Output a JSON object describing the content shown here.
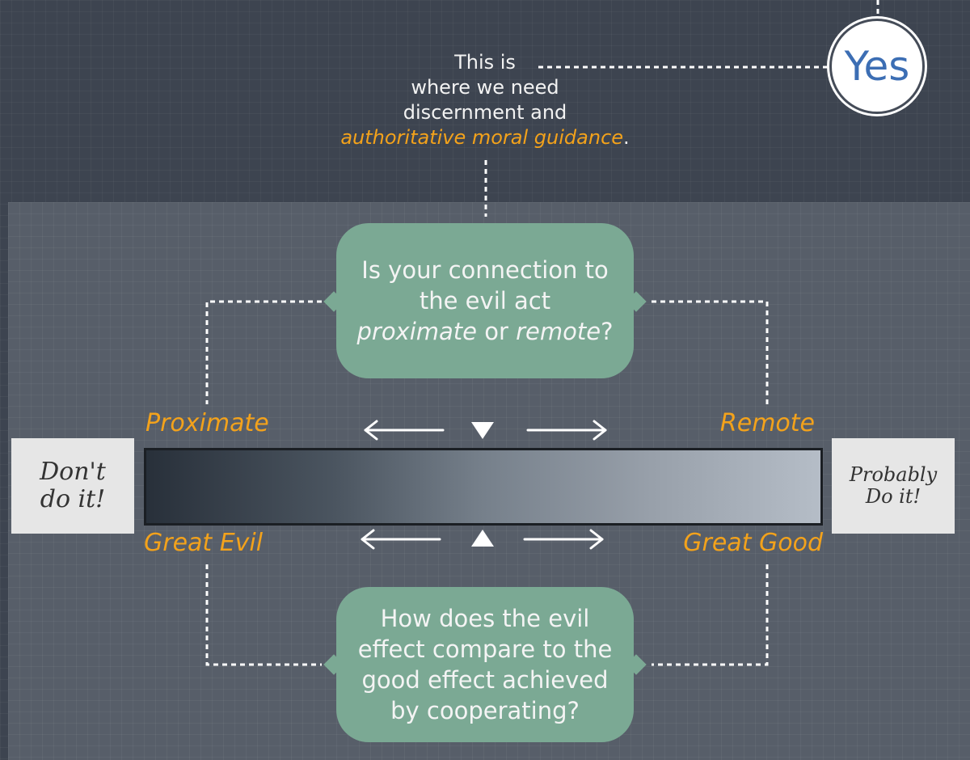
{
  "intro": {
    "line1": "This is",
    "line2": "where we need",
    "line3": "discernment and",
    "highlight": "authoritative moral guidance",
    "period": "."
  },
  "yes_badge": {
    "label": "Yes"
  },
  "question_top": {
    "line1": "Is your connection to",
    "line2": "the evil act",
    "term1": "proximate",
    "connector": "or",
    "term2": "remote",
    "end": "?"
  },
  "scale": {
    "left_top": "Proximate",
    "right_top": "Remote",
    "left_bottom": "Great Evil",
    "right_bottom": "Great Good"
  },
  "left_box": {
    "line1": "Don't",
    "line2": "do it!"
  },
  "right_box": {
    "line1": "Probably",
    "line2": "Do it!"
  },
  "question_bottom": {
    "line1": "How does the evil",
    "line2": "effect compare to the",
    "line3": "good effect achieved",
    "line4": "by cooperating?"
  },
  "colors": {
    "background": "#3d4450",
    "panel": "#575e69",
    "bubble": "#7ba994",
    "accent": "#f3a21b",
    "yes_text": "#3c6eb4"
  },
  "icons": {
    "arrows": [
      "left-arrow-icon",
      "right-arrow-icon"
    ],
    "markers": [
      "triangle-down-icon",
      "triangle-up-icon"
    ]
  }
}
